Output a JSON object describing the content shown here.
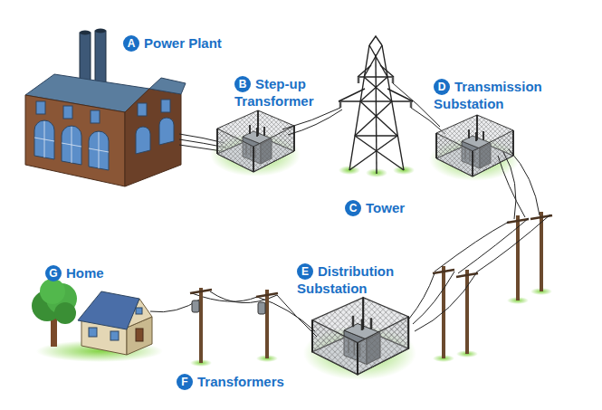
{
  "diagram": {
    "labels": [
      "A",
      "Power Plant",
      "B",
      "Step-up Transformer",
      "C",
      "Tower",
      "D",
      "Transmission Substation",
      "E",
      "Distribution Substation",
      "F",
      "Transformers",
      "G",
      "Home"
    ]
  }
}
